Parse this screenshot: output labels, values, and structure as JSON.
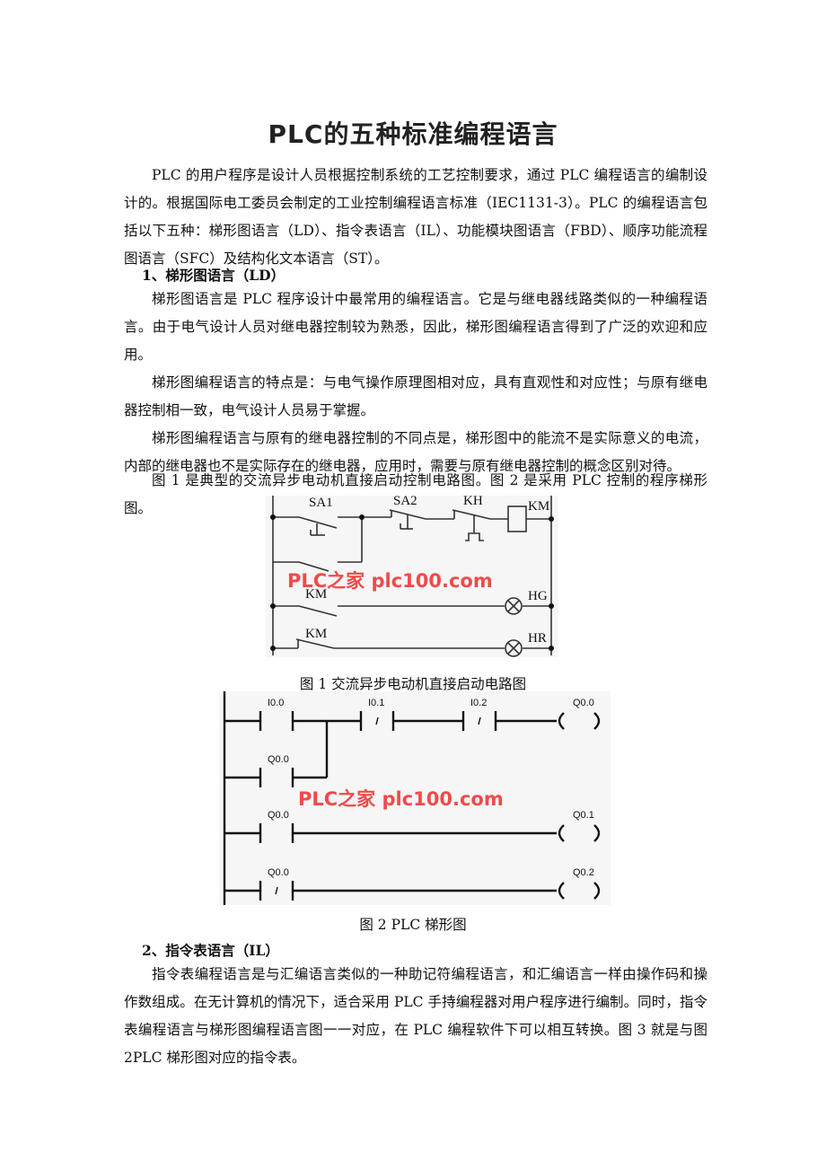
{
  "document": {
    "title": "PLC的五种标准编程语言",
    "intro": "PLC 的用户程序是设计人员根据控制系统的工艺控制要求，通过 PLC 编程语言的编制设计的。根据国际电工委员会制定的工业控制编程语言标准（IEC1131-3）。PLC 的编程语言包括以下五种：梯形图语言（LD）、指令表语言（IL）、功能模块图语言（FBD）、顺序功能流程图语言（SFC）及结构化文本语言（ST）。",
    "sections": [
      {
        "heading": "1、梯形图语言（LD）",
        "paragraphs": [
          "梯形图语言是 PLC 程序设计中最常用的编程语言。它是与继电器线路类似的一种编程语言。由于电气设计人员对继电器控制较为熟悉，因此，梯形图编程语言得到了广泛的欢迎和应用。",
          "梯形图编程语言的特点是：与电气操作原理图相对应，具有直观性和对应性；与原有继电器控制相一致，电气设计人员易于掌握。",
          "梯形图编程语言与原有的继电器控制的不同点是，梯形图中的能流不是实际意义的电流，内部的继电器也不是实际存在的继电器，应用时，需要与原有继电器控制的概念区别对待。",
          "图 1 是典型的交流异步电动机直接启动控制电路图。图 2 是采用 PLC 控制的程序梯形图。"
        ]
      },
      {
        "heading": "2、指令表语言（IL）",
        "paragraphs": [
          "指令表编程语言是与汇编语言类似的一种助记符编程语言，和汇编语言一样由操作码和操作数组成。在无计算机的情况下，适合采用 PLC 手持编程器对用户程序进行编制。同时，指令表编程语言与梯形图编程语言图一一对应，在 PLC 编程软件下可以相互转换。图 3 就是与图 2PLC 梯形图对应的指令表。"
        ]
      }
    ],
    "figure1": {
      "caption": "图 1 交流异步电动机直接启动电路图",
      "labels": {
        "sa1": "SA1",
        "sa2": "SA2",
        "kh": "KH",
        "km_coil": "KM",
        "km_no": "KM",
        "km_nc": "KM",
        "hg": "HG",
        "hr": "HR"
      },
      "watermark": "PLC之家 plc100.com"
    },
    "figure2": {
      "caption": "图 2 PLC 梯形图",
      "labels": {
        "i00": "I0.0",
        "i01": "I0.1",
        "i02": "I0.2",
        "q00_out": "Q0.0",
        "q00_hold": "Q0.0",
        "q00_r3": "Q0.0",
        "q01": "Q0.1",
        "q00_r4": "Q0.0",
        "q02": "Q0.2"
      },
      "watermark": "PLC之家 plc100.com"
    },
    "colors": {
      "watermark": "#ef4b4b",
      "text": "#111111"
    }
  }
}
